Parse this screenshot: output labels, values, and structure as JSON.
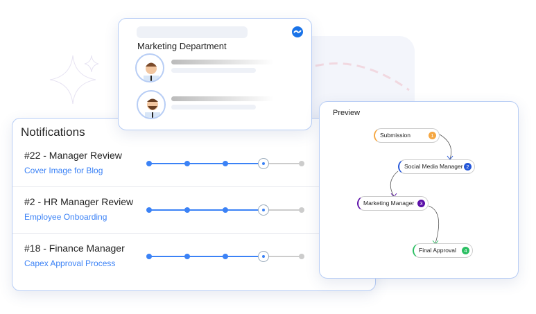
{
  "notifications": {
    "title": "Notifications",
    "items": [
      {
        "title": "#22 - Manager Review",
        "subtitle": "Cover Image for Blog",
        "progress": 0.75
      },
      {
        "title": "#2 - HR Manager Review",
        "subtitle": "Employee Onboarding",
        "progress": 0.75
      },
      {
        "title": "#18 - Finance Manager",
        "subtitle": "Capex Approval Process",
        "progress": 0.75
      }
    ]
  },
  "department": {
    "title": "Marketing Department",
    "icon": "brand-wave-icon"
  },
  "preview": {
    "title": "Preview",
    "steps": [
      {
        "label": "Submission",
        "number": "1",
        "color": "#f5a742"
      },
      {
        "label": "Social Media Manager",
        "number": "2",
        "color": "#2456d8"
      },
      {
        "label": "Marketing Manager",
        "number": "3",
        "color": "#5b0fa8"
      },
      {
        "label": "Final Approval",
        "number": "4",
        "color": "#2bbf63"
      }
    ]
  },
  "colors": {
    "accent": "#3b82f6",
    "border": "#b7cdf5"
  }
}
